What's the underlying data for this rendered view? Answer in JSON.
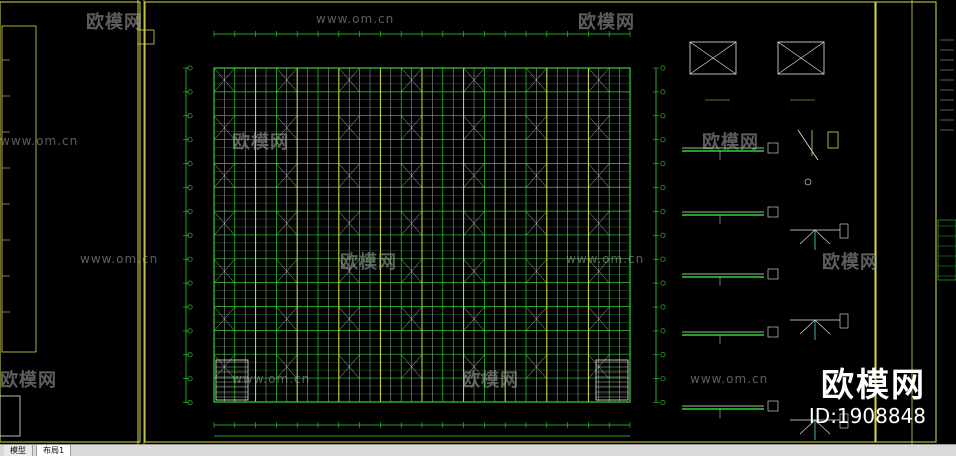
{
  "watermark": {
    "brand": "欧模网",
    "url": "www.om.cn",
    "id_label": "ID:1908848"
  },
  "tabs": [
    {
      "label": "模型",
      "active": false
    },
    {
      "label": "布局1",
      "active": true
    }
  ],
  "colors": {
    "background": "#000000",
    "grid_green": "#2fd62f",
    "frame_yellow": "#d8d84a",
    "detail_white": "#e8e8e8",
    "cyan": "#4fd7d7"
  }
}
